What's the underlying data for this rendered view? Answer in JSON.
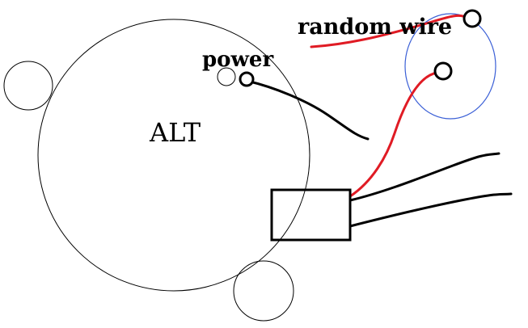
{
  "labels": {
    "alt": "ALT",
    "power": "power",
    "random_wire": "random wire"
  },
  "colors": {
    "background": "#ffffff",
    "outline": "#000000",
    "red_wire": "#e01b24",
    "blue_oval": "#3a5fd6"
  }
}
